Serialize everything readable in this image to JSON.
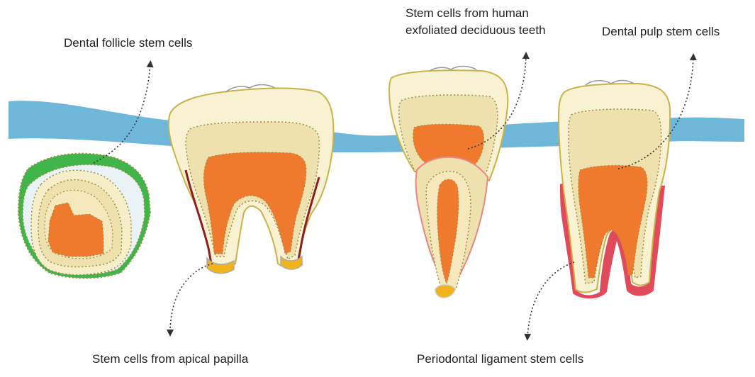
{
  "labels": {
    "dental_follicle": "Dental follicle stem cells",
    "shed_line1": "Stem cells from human",
    "shed_line2": "exfoliated deciduous teeth",
    "dental_pulp": "Dental pulp stem cells",
    "apical_papilla": "Stem cells from apical papilla",
    "periodontal_ligament": "Periodontal ligament stem cells"
  },
  "colors": {
    "gum": "#6fb7d9",
    "enamel": "#f8f1d2",
    "dentin": "#efe1ae",
    "pulp": "#ef7a2e",
    "follicle": "#3fb54a",
    "follicle_space": "#e9f2f4",
    "root_outline": "#8c1f1f",
    "ligament": "#e04a5a",
    "papilla": "#f2b21c",
    "pointer": "#333333",
    "outline_dots": "#9a8a40"
  }
}
